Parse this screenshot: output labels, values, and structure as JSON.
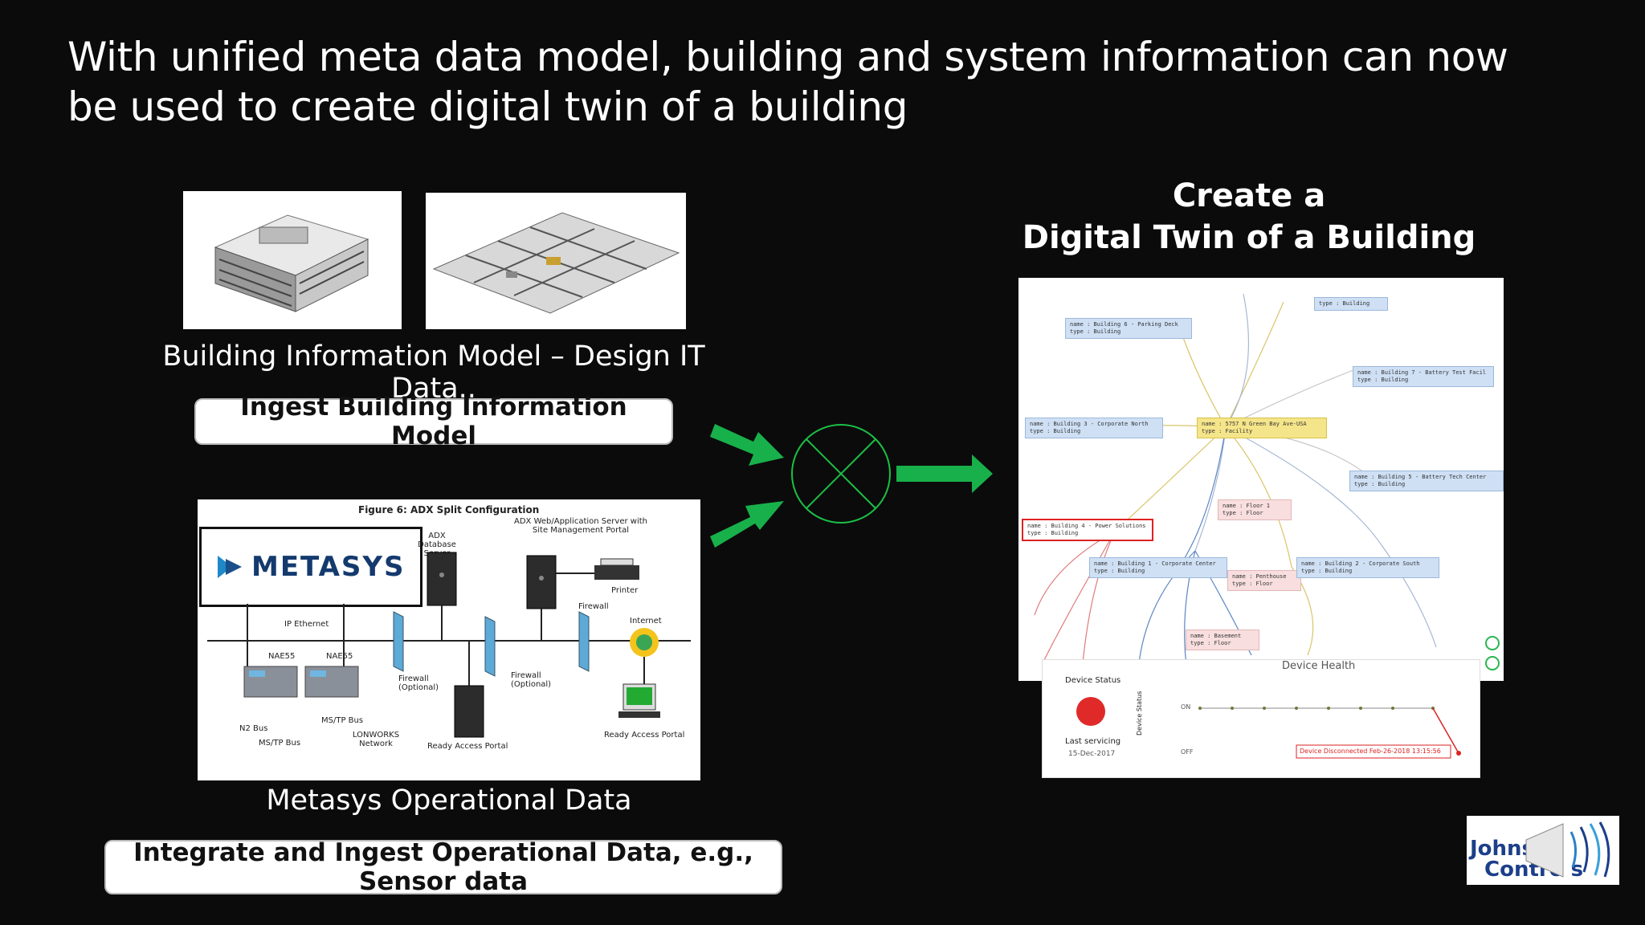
{
  "slide": {
    "title": "With unified meta data model, building and system information can now be used to create digital twin of a building"
  },
  "bim": {
    "caption": "Building Information Model – Design IT Data..",
    "button": "Ingest Building Information Model"
  },
  "metasys": {
    "figure_title": "Figure 6: ADX Split Configuration",
    "logo_text": "METASYS",
    "caption": "Metasys Operational Data",
    "button": "Integrate and Ingest Operational Data, e.g., Sensor data",
    "labels": {
      "db_server": "ADX Database Server",
      "web_server": "ADX Web/Application Server with Site Management Portal",
      "printer": "Printer",
      "firewall_top": "Firewall",
      "internet": "Internet",
      "ip_ethernet": "IP Ethernet",
      "nae1": "NAE55",
      "nae2": "NAE55",
      "firewall_opt1": "Firewall (Optional)",
      "firewall_opt2": "Firewall (Optional)",
      "n2_bus": "N2 Bus",
      "mstp_bus1": "MS/TP Bus",
      "mstp_bus2": "MS/TP Bus",
      "lonworks": "LONWORKS Network",
      "ready_access1": "Ready Access Portal",
      "ready_access2": "Ready Access Portal"
    }
  },
  "twin": {
    "heading_line1": "Create a",
    "heading_line2": "Digital Twin of a Building",
    "graph_nodes": [
      "name : Building 6 - Parking Deck  type : Building",
      "name : Building 7 - Battery Test Facil  type : Building",
      "name : Building 3 - Corporate North  type : Building",
      "name : 5757 N Green Bay Ave-USA  type : Facility",
      "name : Building 5 - Battery Tech Center  type : Building",
      "name : Floor 1  type : Floor",
      "name : Building 4 - Power Solutions  type : Building",
      "name : Building 1 - Corporate Center  type : Building",
      "name : Penthouse  type : Floor",
      "name : Building 2 - Corporate South  type : Building",
      "name : Basement  type : Floor",
      "type : Building"
    ],
    "device_health": {
      "title": "Device Health",
      "status_label": "Device Status",
      "last_servicing_label": "Last servicing",
      "last_servicing_date": "15-Dec-2017",
      "axis_label": "Device Status",
      "on_label": "ON",
      "off_label": "OFF",
      "event_label": "Device Disconnected   Feb-26-2018 13:15:56"
    }
  },
  "logo": {
    "line1": "Johns",
    "line2": "Contro s"
  },
  "colors": {
    "arrow": "#18b04a",
    "circle": "#1bbf45",
    "background": "#0b0b0b"
  }
}
